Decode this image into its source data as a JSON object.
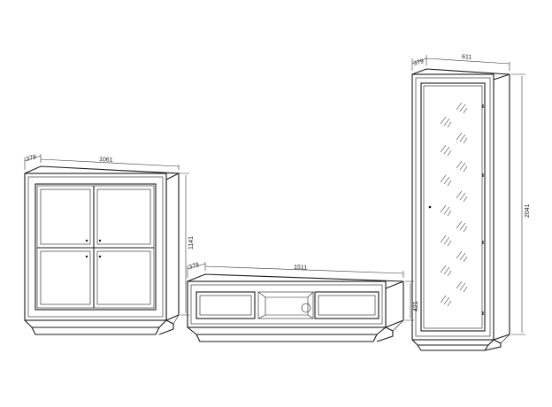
{
  "dimensions": {
    "cabinet": {
      "depth": "379",
      "width": "1061",
      "height": "1141"
    },
    "tv_stand": {
      "depth": "379",
      "width": "1511",
      "height": "421"
    },
    "tall_cabinet": {
      "depth": "379",
      "width": "611",
      "height": "2041"
    }
  }
}
